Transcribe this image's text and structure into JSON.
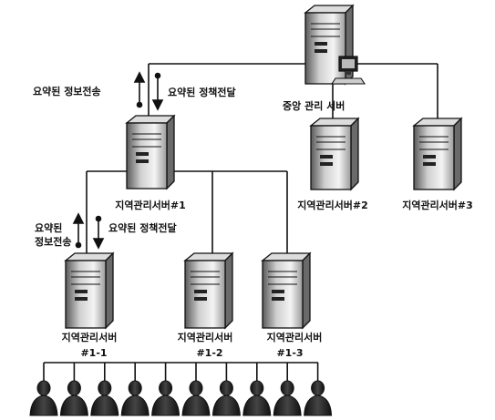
{
  "central": {
    "label": "중앙 관리 서버"
  },
  "regional": [
    {
      "id": "r1",
      "label": "지역관리서버#1"
    },
    {
      "id": "r2",
      "label": "지역관리서버#2"
    },
    {
      "id": "r3",
      "label": "지역관리서버#3"
    }
  ],
  "sub": [
    {
      "id": "s11",
      "line1": "지역관리서버",
      "line2": "#1-1"
    },
    {
      "id": "s12",
      "line1": "지역관리서버",
      "line2": "#1-2"
    },
    {
      "id": "s13",
      "line1": "지역관리서버",
      "line2": "#1-3"
    }
  ],
  "flows": {
    "upper_up": "요약된 정보전송",
    "upper_down": "요약된 정책전달",
    "lower_up_line1": "요약된",
    "lower_up_line2": "정보전송",
    "lower_down": "요약된 정책전달"
  },
  "users": {
    "count": 10
  }
}
